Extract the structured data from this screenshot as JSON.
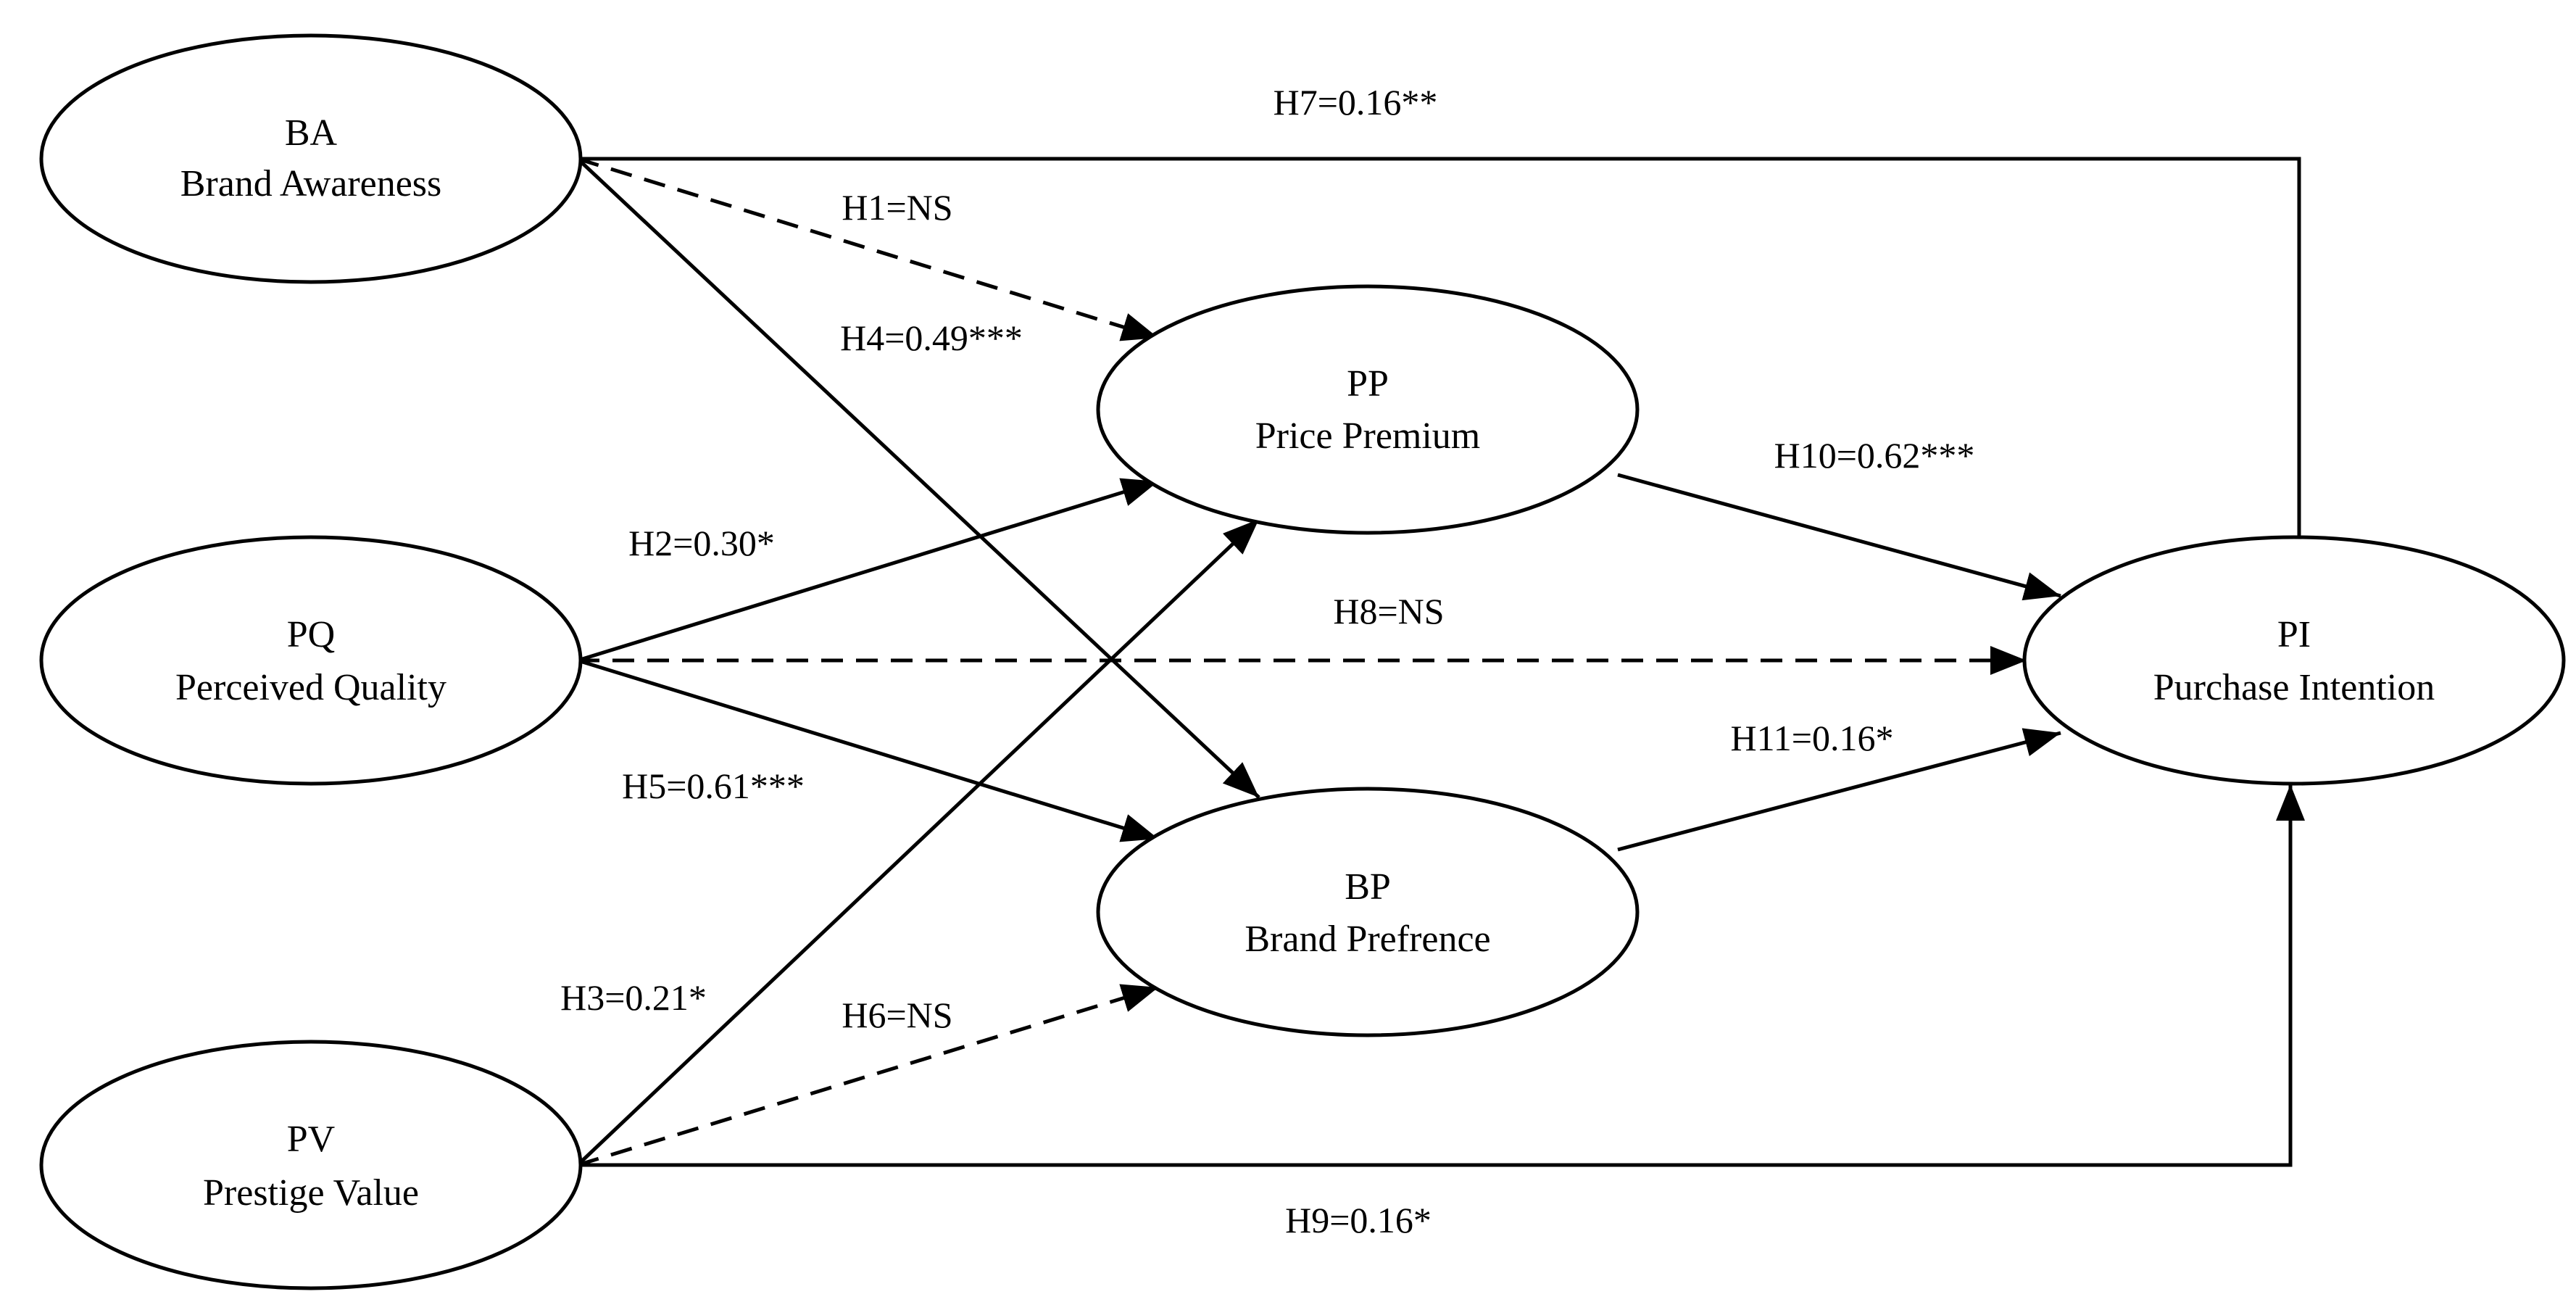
{
  "diagram": {
    "nodes": {
      "ba": {
        "code": "BA",
        "name": "Brand Awareness"
      },
      "pq": {
        "code": "PQ",
        "name": "Perceived Quality"
      },
      "pv": {
        "code": "PV",
        "name": "Prestige Value"
      },
      "pp": {
        "code": "PP",
        "name": "Price Premium"
      },
      "bp": {
        "code": "BP",
        "name": "Brand Prefrence"
      },
      "pi": {
        "code": "PI",
        "name": "Purchase Intention"
      }
    },
    "edges": {
      "h1": {
        "label": "H1=NS",
        "from": "BA",
        "to": "PP",
        "style": "dashed"
      },
      "h2": {
        "label": "H2=0.30*",
        "from": "PQ",
        "to": "PP",
        "style": "solid"
      },
      "h3": {
        "label": "H3=0.21*",
        "from": "PV",
        "to": "PP",
        "style": "solid"
      },
      "h4": {
        "label": "H4=0.49***",
        "from": "BA",
        "to": "BP",
        "style": "solid"
      },
      "h5": {
        "label": "H5=0.61***",
        "from": "PQ",
        "to": "BP",
        "style": "solid"
      },
      "h6": {
        "label": "H6=NS",
        "from": "PV",
        "to": "BP",
        "style": "dashed"
      },
      "h7": {
        "label": "H7=0.16**",
        "from": "BA",
        "to": "PI",
        "style": "solid"
      },
      "h8": {
        "label": "H8=NS",
        "from": "PQ",
        "to": "PI",
        "style": "dashed"
      },
      "h9": {
        "label": "H9=0.16*",
        "from": "PV",
        "to": "PI",
        "style": "solid"
      },
      "h10": {
        "label": "H10=0.62***",
        "from": "PP",
        "to": "PI",
        "style": "solid"
      },
      "h11": {
        "label": "H11=0.16*",
        "from": "BP",
        "to": "PI",
        "style": "solid"
      }
    }
  }
}
